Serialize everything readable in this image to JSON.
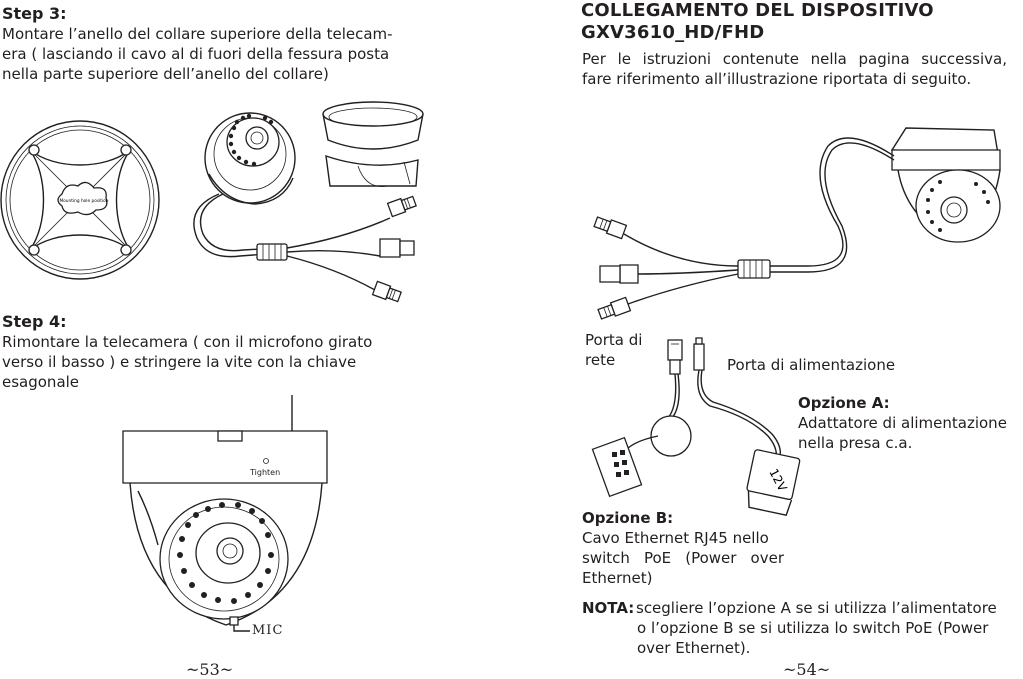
{
  "left_page": {
    "step3": {
      "title": "Step 3:",
      "line1": "Montare l’anello del collare superiore della telecam-",
      "line2": "era ( lasciando il cavo al di fuori della fessura posta",
      "line3": "nella parte superiore dell’anello del collare)",
      "plate_label": "Mounting hole position"
    },
    "step4": {
      "title": "Step 4:",
      "line1": "Rimontare la telecamera ( con il microfono girato",
      "line2": "verso il basso ) e stringere la vite con la chiave",
      "line3": "esagonale",
      "tighten_label": "Tighten",
      "mic_label": "MIC"
    },
    "page_number": "~53~"
  },
  "right_page": {
    "title_line1": "COLLEGAMENTO DEL DISPOSITIVO",
    "title_line2": "GXV3610_HD/FHD",
    "intro_line1": "Per le istruzioni contenute nella pagina successiva,",
    "intro_line2": "fare riferimento all’illustrazione riportata di seguito.",
    "network_port_line1": "Porta di",
    "network_port_line2": "rete",
    "power_port": "Porta di alimentazione",
    "option_a": {
      "title": "Opzione A:",
      "line1": "Adattatore di alimentazione",
      "line2": "nella presa c.a.",
      "adapter_mark": "12V"
    },
    "option_b": {
      "title": "Opzione B:",
      "line1": "Cavo Ethernet RJ45 nello",
      "line2": "switch PoE (Power over",
      "line3": "Ethernet)"
    },
    "note": {
      "label": "NOTA:",
      "line1": "scegliere l’opzione A se si utilizza l’alimentatore",
      "line2": "o l’opzione B se si utilizza lo switch PoE (Power",
      "line3": "over Ethernet)."
    },
    "page_number": "~54~"
  }
}
